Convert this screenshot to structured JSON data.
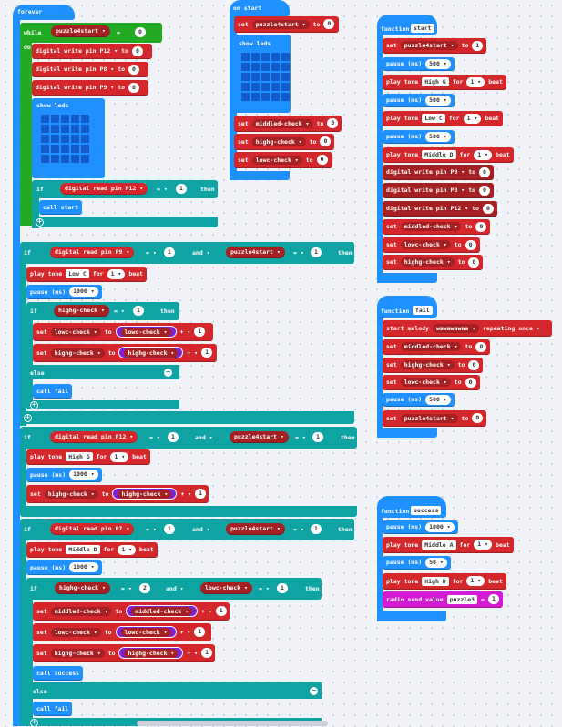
{
  "forever": {
    "header": "forever",
    "while": "while",
    "do": "do",
    "var": "puzzle4start",
    "op": "=",
    "val": "0",
    "dw": [
      {
        "label": "digital write pin",
        "pin": "P12",
        "to": "to",
        "val": "0"
      },
      {
        "label": "digital write pin",
        "pin": "P8",
        "to": "to",
        "val": "0"
      },
      {
        "label": "digital write pin",
        "pin": "P9",
        "to": "to",
        "val": "0"
      }
    ],
    "show_leds": "show leds",
    "if": "if",
    "dr_label": "digital read pin",
    "dr_pin": "P12",
    "eq": "=",
    "one": "1",
    "then": "then",
    "call_start": "call start"
  },
  "if1": {
    "if": "if",
    "dr_label": "digital read pin",
    "pin": "P9",
    "eq": "=",
    "one": "1",
    "and": "and",
    "var": "puzzle4start",
    "then": "then",
    "tone": "play tone",
    "note": "Low C",
    "for": "for",
    "beat_n": "1",
    "beat": "beat",
    "pause": "pause (ms)",
    "pause_v": "1000",
    "inner_if": "if",
    "hv": "highg-check",
    "set": "set",
    "lv": "lowc-check",
    "to": "to",
    "plus": "+",
    "else": "else",
    "call_fail": "call fail"
  },
  "if2": {
    "if": "if",
    "dr_label": "digital read pin",
    "pin": "P12",
    "eq": "=",
    "one": "1",
    "and": "and",
    "var": "puzzle4start",
    "then": "then",
    "tone": "play tone",
    "note": "High G",
    "for": "for",
    "beat_n": "1",
    "beat": "beat",
    "pause": "pause (ms)",
    "pause_v": "1000",
    "set": "set",
    "hv": "highg-check",
    "to": "to",
    "plus": "+"
  },
  "if3": {
    "if": "if",
    "dr_label": "digital read pin",
    "pin": "P7",
    "eq": "=",
    "one": "1",
    "two": "2",
    "and": "and",
    "var": "puzzle4start",
    "then": "then",
    "tone": "play tone",
    "note": "Middle D",
    "for": "for",
    "beat_n": "1",
    "beat": "beat",
    "pause": "pause (ms)",
    "pause_v": "1000",
    "hv": "highg-check",
    "lv": "lowc-check",
    "mv": "middled-check",
    "set": "set",
    "to": "to",
    "plus": "+",
    "call_success": "call success",
    "else": "else",
    "call_fail": "call fail"
  },
  "onstart": {
    "header": "on start",
    "set": "set",
    "var": "puzzle4start",
    "to": "to",
    "val": "0",
    "show_leds": "show leds",
    "sets": [
      {
        "var": "middled-check",
        "val": "0"
      },
      {
        "var": "highg-check",
        "val": "0"
      },
      {
        "var": "lowc-check",
        "val": "0"
      }
    ]
  },
  "fstart": {
    "function": "function",
    "name": "start",
    "set": "set",
    "to": "to",
    "var": "puzzle4start",
    "one": "1",
    "pause": "pause (ms)",
    "pv": "500",
    "tone": "play tone",
    "n1": "High G",
    "n2": "Low C",
    "n3": "Middle D",
    "for": "for",
    "beat_n": "1",
    "beat": "beat",
    "dw": "digital write pin",
    "p1": "P9",
    "p2": "P8",
    "p3": "P12",
    "zero": "0",
    "mv": "middled-check",
    "lv": "lowc-check",
    "hv": "highg-check"
  },
  "ffail": {
    "function": "function",
    "name": "fail",
    "melody": "start melody",
    "mel_name": "wawawawaa",
    "repeating": "repeating",
    "once": "once",
    "set": "set",
    "to": "to",
    "mv": "middled-check",
    "hv": "highg-check",
    "lv": "lowc-check",
    "zero": "0",
    "pause": "pause (ms)",
    "pv": "500",
    "var": "puzzle4start"
  },
  "fsuccess": {
    "function": "function",
    "name": "success",
    "pause": "pause (ms)",
    "pv1": "1000",
    "pv2": "50",
    "tone": "play tone",
    "n1": "Middle A",
    "n2": "High D",
    "for": "for",
    "beat_n": "1",
    "beat": "beat",
    "radio": "radio send value",
    "rname": "puzzle3",
    "eq": "=",
    "one": "1"
  }
}
